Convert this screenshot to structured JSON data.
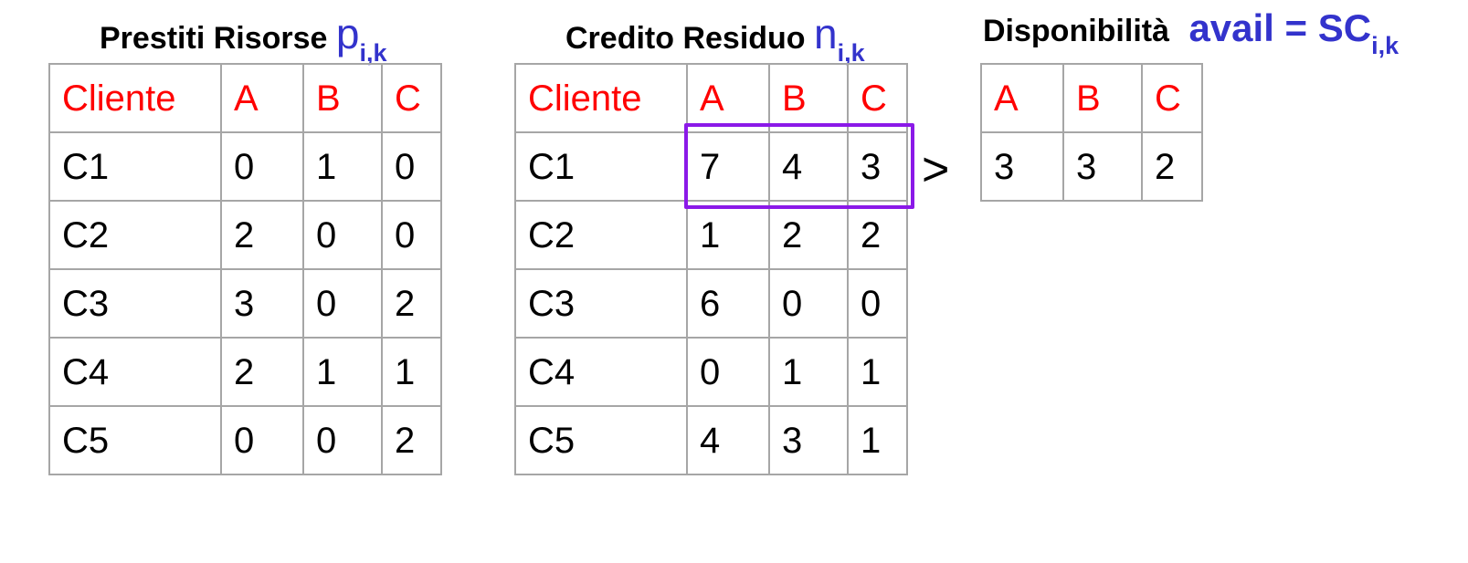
{
  "loans": {
    "title": "Prestiti Risorse",
    "symbol": "p",
    "subscript": "i,k",
    "headers": [
      "Cliente",
      "A",
      "B",
      "C"
    ],
    "rows": [
      [
        "C1",
        "0",
        "1",
        "0"
      ],
      [
        "C2",
        "2",
        "0",
        "0"
      ],
      [
        "C3",
        "3",
        "0",
        "2"
      ],
      [
        "C4",
        "2",
        "1",
        "1"
      ],
      [
        "C5",
        "0",
        "0",
        "2"
      ]
    ]
  },
  "credit": {
    "title": "Credito Residuo",
    "symbol": "n",
    "subscript": "i,k",
    "headers": [
      "Cliente",
      "A",
      "B",
      "C"
    ],
    "rows": [
      [
        "C1",
        "7",
        "4",
        "3"
      ],
      [
        "C2",
        "1",
        "2",
        "2"
      ],
      [
        "C3",
        "6",
        "0",
        "0"
      ],
      [
        "C4",
        "0",
        "1",
        "1"
      ],
      [
        "C5",
        "4",
        "3",
        "1"
      ]
    ]
  },
  "comparison": {
    "operator": ">",
    "highlight_color": "#8b19e8"
  },
  "availability": {
    "title": "Disponibilità",
    "formula": "avail = SC",
    "subscript": "i,k",
    "headers": [
      "A",
      "B",
      "C"
    ],
    "values": [
      "3",
      "3",
      "2"
    ]
  },
  "colors": {
    "header_text": "#ff0000",
    "symbol": "#3333cc",
    "grid_border": "#a6a6a6"
  }
}
